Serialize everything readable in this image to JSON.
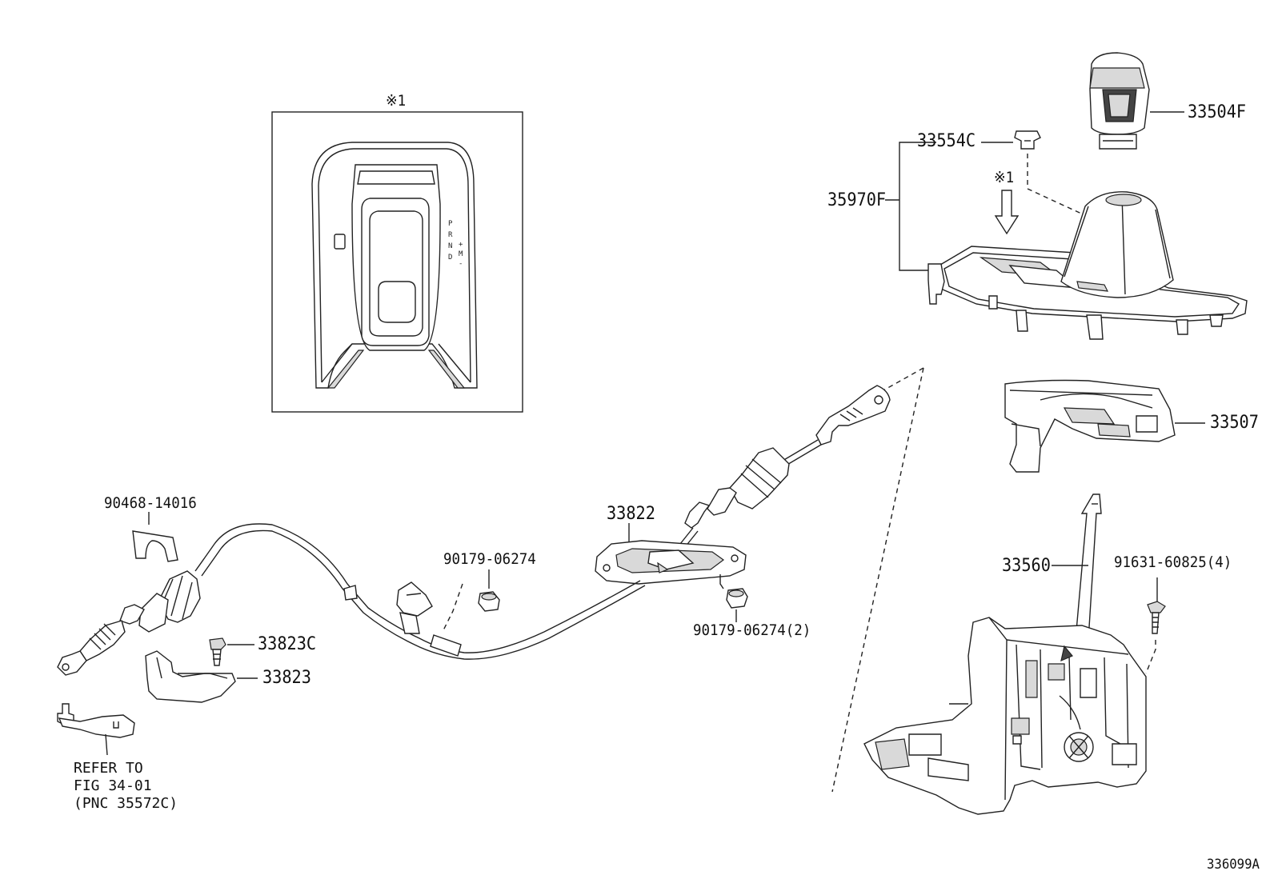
{
  "figure_id": "336099A",
  "inset": {
    "marker": "※1",
    "shift_letters": [
      "P",
      "R",
      "N",
      "D"
    ],
    "manual_letters": [
      "+",
      "M",
      "-"
    ]
  },
  "callout_marker": "※1",
  "part_labels": {
    "knob": "33504F",
    "plate_clip": "33554C",
    "console_plate": "35970F",
    "housing": "33507",
    "shift_lever_assy": "33560",
    "bolt": "91631-60825(4)",
    "cable_grommet": "33822",
    "nut_single": "90179-06274",
    "nut_double": "90179-06274(2)",
    "retainer_clip": "90468-14016",
    "bracket_bolt": "33823C",
    "bracket": "33823"
  },
  "reference_note": {
    "line1": "REFER TO",
    "line2": "FIG 34-01",
    "line3": "(PNC 35572C)"
  }
}
